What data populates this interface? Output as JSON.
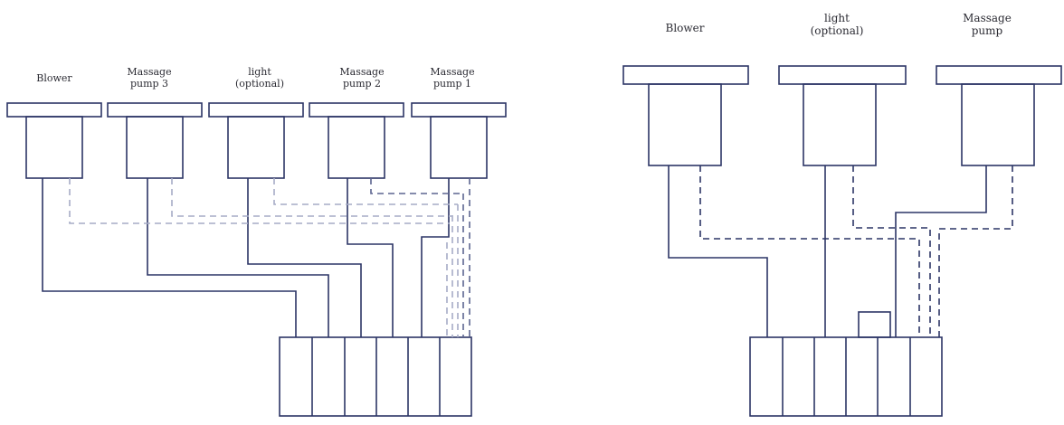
{
  "colors": {
    "line": "#2c3566",
    "dashed_light": "#a6acc6",
    "dashed_dark": "#2c3566",
    "background": "#ffffff"
  },
  "left_diagram": {
    "devices": [
      {
        "id": "blower",
        "label_lines": [
          "Blower"
        ]
      },
      {
        "id": "massage-pump-3",
        "label_lines": [
          "Massage",
          "pump 3"
        ]
      },
      {
        "id": "light",
        "label_lines": [
          "light",
          "(optional)"
        ]
      },
      {
        "id": "massage-pump-2",
        "label_lines": [
          "Massage",
          "pump 2"
        ]
      },
      {
        "id": "massage-pump-1",
        "label_lines": [
          "Massage",
          "pump 1"
        ]
      }
    ],
    "control_box_slots": 6
  },
  "right_diagram": {
    "devices": [
      {
        "id": "blower",
        "label_lines": [
          "Blower"
        ]
      },
      {
        "id": "light",
        "label_lines": [
          "light",
          "(optional)"
        ]
      },
      {
        "id": "massage-pump",
        "label_lines": [
          "Massage",
          "pump"
        ]
      }
    ],
    "control_box_slots": 6
  }
}
